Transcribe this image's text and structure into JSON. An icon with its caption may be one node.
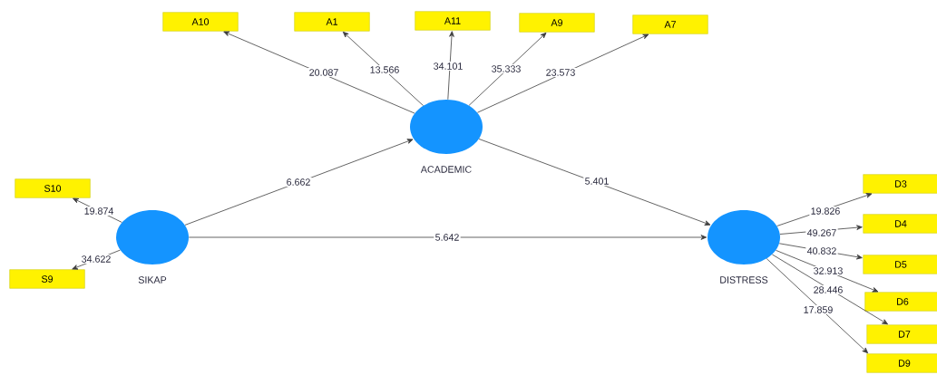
{
  "diagram": {
    "nodes": [
      {
        "text": [
          "A10"
        ]
      },
      {
        "text": [
          "A1"
        ]
      },
      {
        "text": [
          "A11"
        ]
      },
      {
        "text": [
          "A9"
        ]
      },
      {
        "text": [
          "A7"
        ]
      },
      {
        "text": [
          "ACADEMIC"
        ]
      },
      {
        "text": [
          "S10"
        ]
      },
      {
        "text": [
          "SIKAP"
        ]
      },
      {
        "text": [
          "S9"
        ]
      },
      {
        "text": [
          "DISTRESS"
        ]
      },
      {
        "text": [
          "D3"
        ]
      },
      {
        "text": [
          "D4"
        ]
      },
      {
        "text": [
          "D5"
        ]
      },
      {
        "text": [
          "D6"
        ]
      },
      {
        "text": [
          "D7"
        ]
      },
      {
        "text": [
          "D9"
        ]
      }
    ],
    "edges": [
      {
        "from": 5,
        "to": 0,
        "arrow": "to",
        "label": "20.087"
      },
      {
        "from": 5,
        "to": 1,
        "arrow": "to",
        "label": "13.566"
      },
      {
        "from": 5,
        "to": 2,
        "arrow": "to",
        "label": "34.101"
      },
      {
        "from": 5,
        "to": 3,
        "arrow": "to",
        "label": "35.333"
      },
      {
        "from": 5,
        "to": 4,
        "arrow": "to",
        "label": "23.573"
      },
      {
        "from": 7,
        "to": 5,
        "arrow": "to",
        "label": "6.662"
      },
      {
        "from": 5,
        "to": 9,
        "arrow": "to",
        "label": "5.401"
      },
      {
        "from": 7,
        "to": 9,
        "arrow": "to",
        "label": "5.642"
      },
      {
        "from": 7,
        "to": 6,
        "arrow": "to",
        "label": "19.874"
      },
      {
        "from": 7,
        "to": 8,
        "arrow": "to",
        "label": "34.622"
      },
      {
        "from": 9,
        "to": 10,
        "arrow": "to",
        "label": "19.826"
      },
      {
        "from": 9,
        "to": 11,
        "arrow": "to",
        "label": "49.267"
      },
      {
        "from": 9,
        "to": 12,
        "arrow": "to",
        "label": "40.832"
      },
      {
        "from": 9,
        "to": 13,
        "arrow": "to",
        "label": "32.913"
      },
      {
        "from": 9,
        "to": 14,
        "arrow": "to",
        "label": "28.446"
      },
      {
        "from": 9,
        "to": 15,
        "arrow": "to",
        "label": "17.859"
      }
    ]
  }
}
